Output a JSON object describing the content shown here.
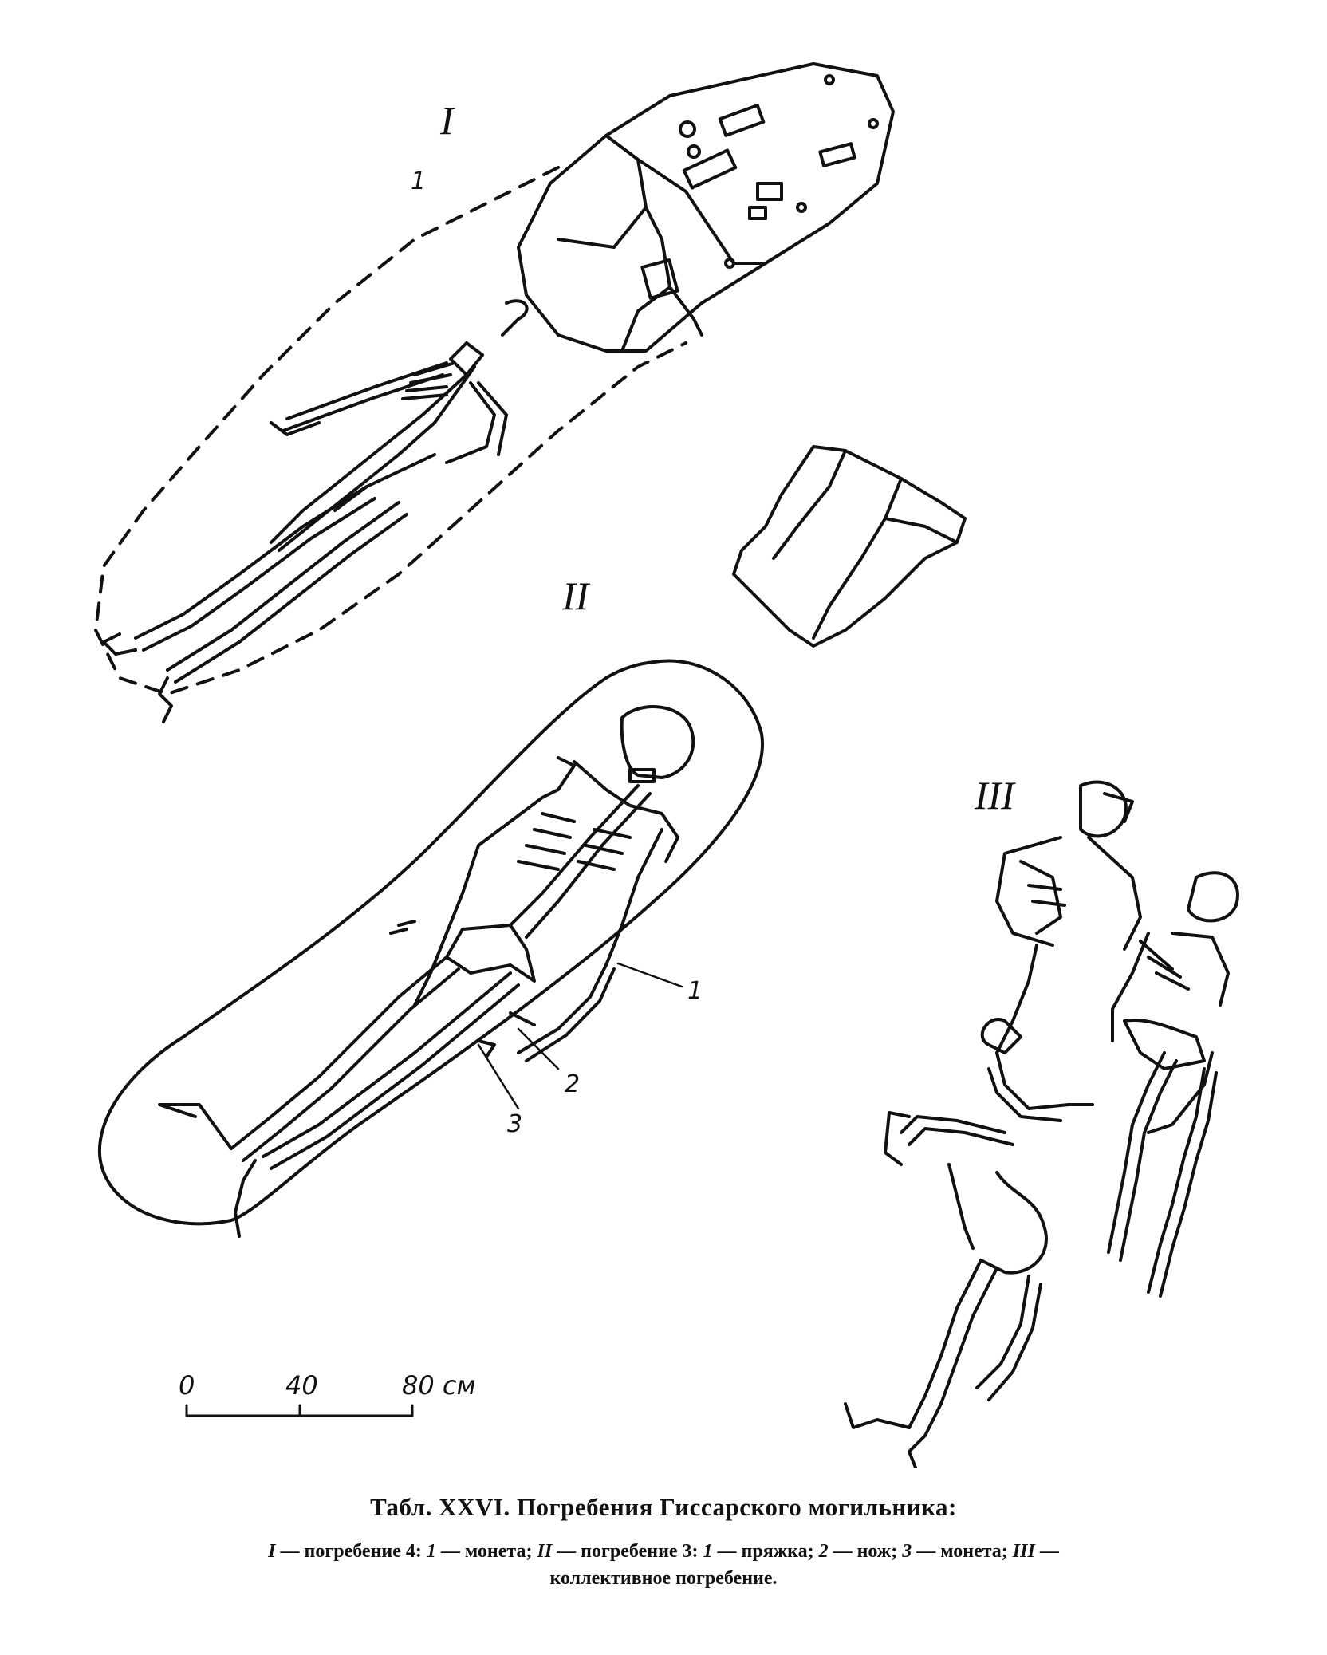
{
  "figure": {
    "label_I": "I",
    "label_II": "II",
    "label_III": "III",
    "callout_I_1": "1",
    "callout_II_1": "1",
    "callout_II_2": "2",
    "callout_II_3": "3",
    "scale": {
      "tick_0": "0",
      "tick_40": "40",
      "tick_80": "80 см"
    }
  },
  "caption": {
    "title": "Табл. XXVI. Погребения Гиссарского могильника:",
    "parts": [
      {
        "num": "I",
        "text": " — погребение 4: "
      },
      {
        "num": "1",
        "text": " — монета; "
      },
      {
        "num": "II",
        "text": " — погребение 3: "
      },
      {
        "num": "1",
        "text": " — пряжка; "
      },
      {
        "num": "2",
        "text": " — нож; "
      },
      {
        "num": "3",
        "text": " — монета; "
      },
      {
        "num": "III",
        "text": " —"
      }
    ],
    "line2": "коллективное погребение."
  },
  "colors": {
    "ink": "#111111",
    "paper": "#ffffff"
  },
  "icons": [
    "skeleton-drawing",
    "stone-slab",
    "grave-pit-outline",
    "scale-bar"
  ]
}
